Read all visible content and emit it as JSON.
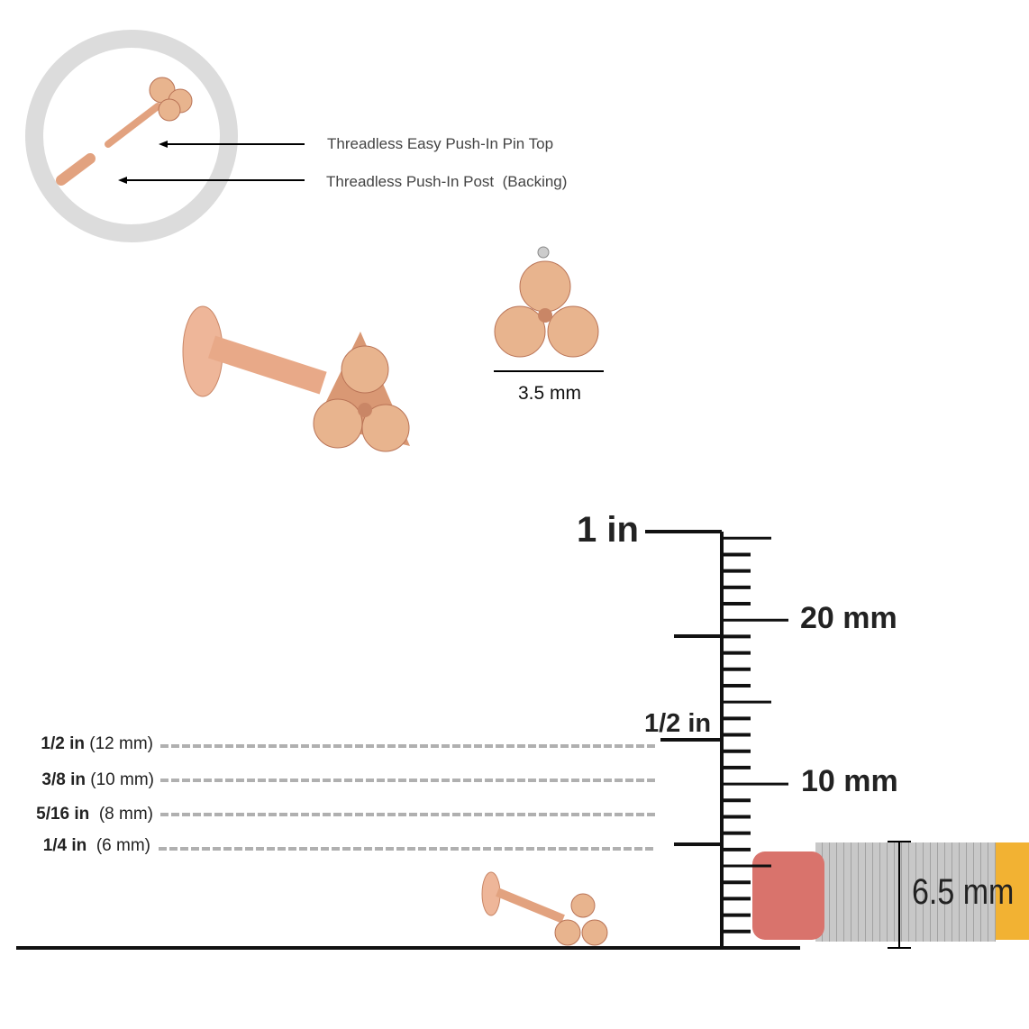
{
  "callouts": {
    "pin_top": "Threadless Easy Push-In Pin Top",
    "post": "Threadless Push-In Post",
    "post_note": "(Backing)"
  },
  "top_width": "3.5 mm",
  "size_guide": [
    {
      "inch": "1/2 in",
      "mm": "(12 mm)"
    },
    {
      "inch": "3/8 in",
      "mm": "(10 mm)"
    },
    {
      "inch": "5/16 in",
      "mm": "(8 mm)"
    },
    {
      "inch": "1/4 in",
      "mm": "(6 mm)"
    }
  ],
  "ruler": {
    "inch_1": "1 in",
    "inch_half": "1/2 in",
    "mm_20": "20 mm",
    "mm_10": "10 mm"
  },
  "pencil_label": "6.5 mm",
  "colors": {
    "rose_gold": "#e6a98a",
    "stone": "#e8b48e",
    "eraser": "#d9736c",
    "pencil": "#f2b233",
    "ferrule": "#c8c8c8"
  }
}
